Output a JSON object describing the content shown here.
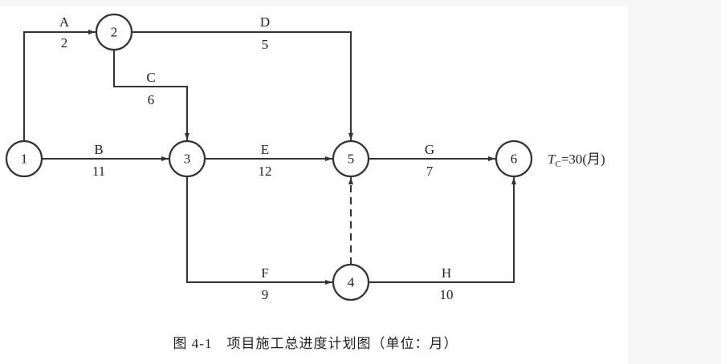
{
  "nodes": [
    {
      "id": "1"
    },
    {
      "id": "2"
    },
    {
      "id": "3"
    },
    {
      "id": "4"
    },
    {
      "id": "5"
    },
    {
      "id": "6"
    }
  ],
  "activities": {
    "A": {
      "name": "A",
      "duration": "2"
    },
    "B": {
      "name": "B",
      "duration": "11"
    },
    "C": {
      "name": "C",
      "duration": "6"
    },
    "D": {
      "name": "D",
      "duration": "5"
    },
    "E": {
      "name": "E",
      "duration": "12"
    },
    "F": {
      "name": "F",
      "duration": "9"
    },
    "G": {
      "name": "G",
      "duration": "7"
    },
    "H": {
      "name": "H",
      "duration": "10"
    }
  },
  "total_duration": {
    "symbol": "T",
    "subscript": "C",
    "value": "=30(月)"
  },
  "caption": "图 4-1　项目施工总进度计划图（单位：月）",
  "colors": {
    "line": "#333333",
    "background": "#ffffff",
    "margin": "#f6f6f6"
  }
}
